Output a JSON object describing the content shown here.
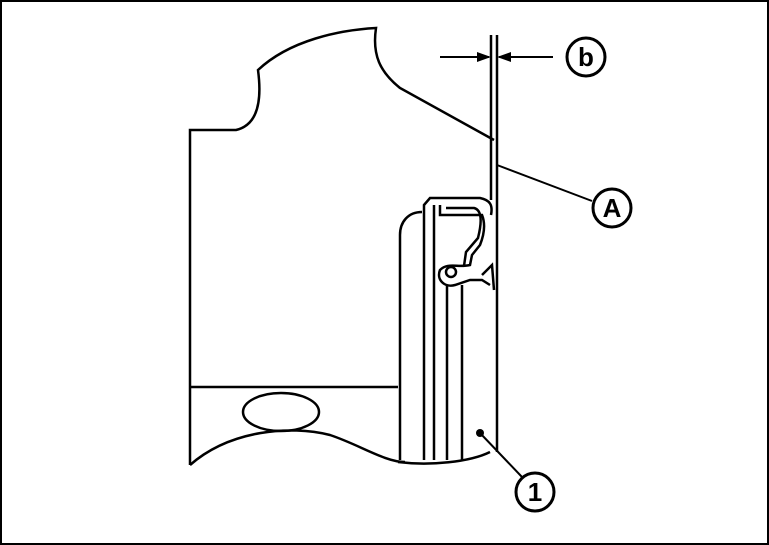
{
  "diagram": {
    "callouts": {
      "gap_label": "b",
      "surface_label": "A",
      "part_label": "1"
    },
    "colors": {
      "line": "#000000",
      "background": "#ffffff"
    }
  }
}
